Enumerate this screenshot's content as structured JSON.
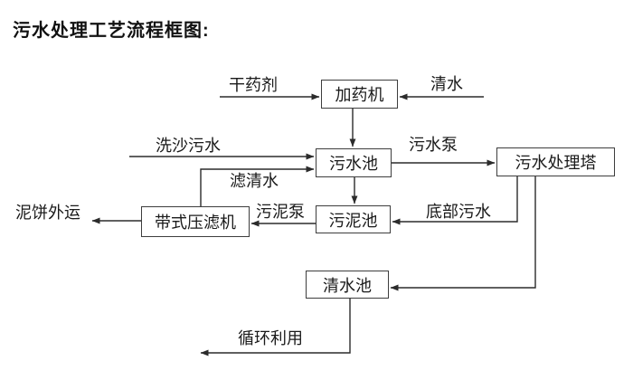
{
  "title": "污水处理工艺流程框图:",
  "nodes": {
    "dosing_machine": {
      "label": "加药机"
    },
    "sewage_pool": {
      "label": "污水池"
    },
    "treatment_tower": {
      "label": "污水处理塔"
    },
    "sludge_pool": {
      "label": "污泥池"
    },
    "belt_filter_press": {
      "label": "带式压滤机"
    },
    "clean_water_pool": {
      "label": "清水池"
    }
  },
  "edge_labels": {
    "dry_agent": "干药剂",
    "clean_water": "清水",
    "sand_washing_sewage": "洗沙污水",
    "sewage_pump": "污水泵",
    "filtered_water": "滤清水",
    "sludge_pump": "污泥泵",
    "bottom_sewage": "底部污水",
    "mud_cake_outbound": "泥饼外运",
    "recycling": "循环利用"
  },
  "edges": [
    {
      "label": "干药剂",
      "to": "加药机"
    },
    {
      "label": "清水",
      "to": "加药机"
    },
    {
      "from": "加药机",
      "to": "污水池"
    },
    {
      "label": "洗沙污水",
      "to": "污水池"
    },
    {
      "from": "带式压滤机",
      "label": "滤清水",
      "to": "污水池"
    },
    {
      "from": "污水池",
      "label": "污水泵",
      "to": "污水处理塔"
    },
    {
      "from": "污水池",
      "to": "污泥池"
    },
    {
      "from": "污水处理塔",
      "label": "底部污水",
      "to": "污泥池"
    },
    {
      "from": "污泥池",
      "label": "污泥泵",
      "to": "带式压滤机"
    },
    {
      "from": "带式压滤机",
      "label": "泥饼外运"
    },
    {
      "from": "污水处理塔",
      "to": "清水池"
    },
    {
      "from": "清水池",
      "label": "循环利用"
    }
  ],
  "colors": {
    "background": "#ffffff",
    "line": "#2b2b2b",
    "box_border": "#3d3d3d",
    "text": "#1a1a1a"
  }
}
